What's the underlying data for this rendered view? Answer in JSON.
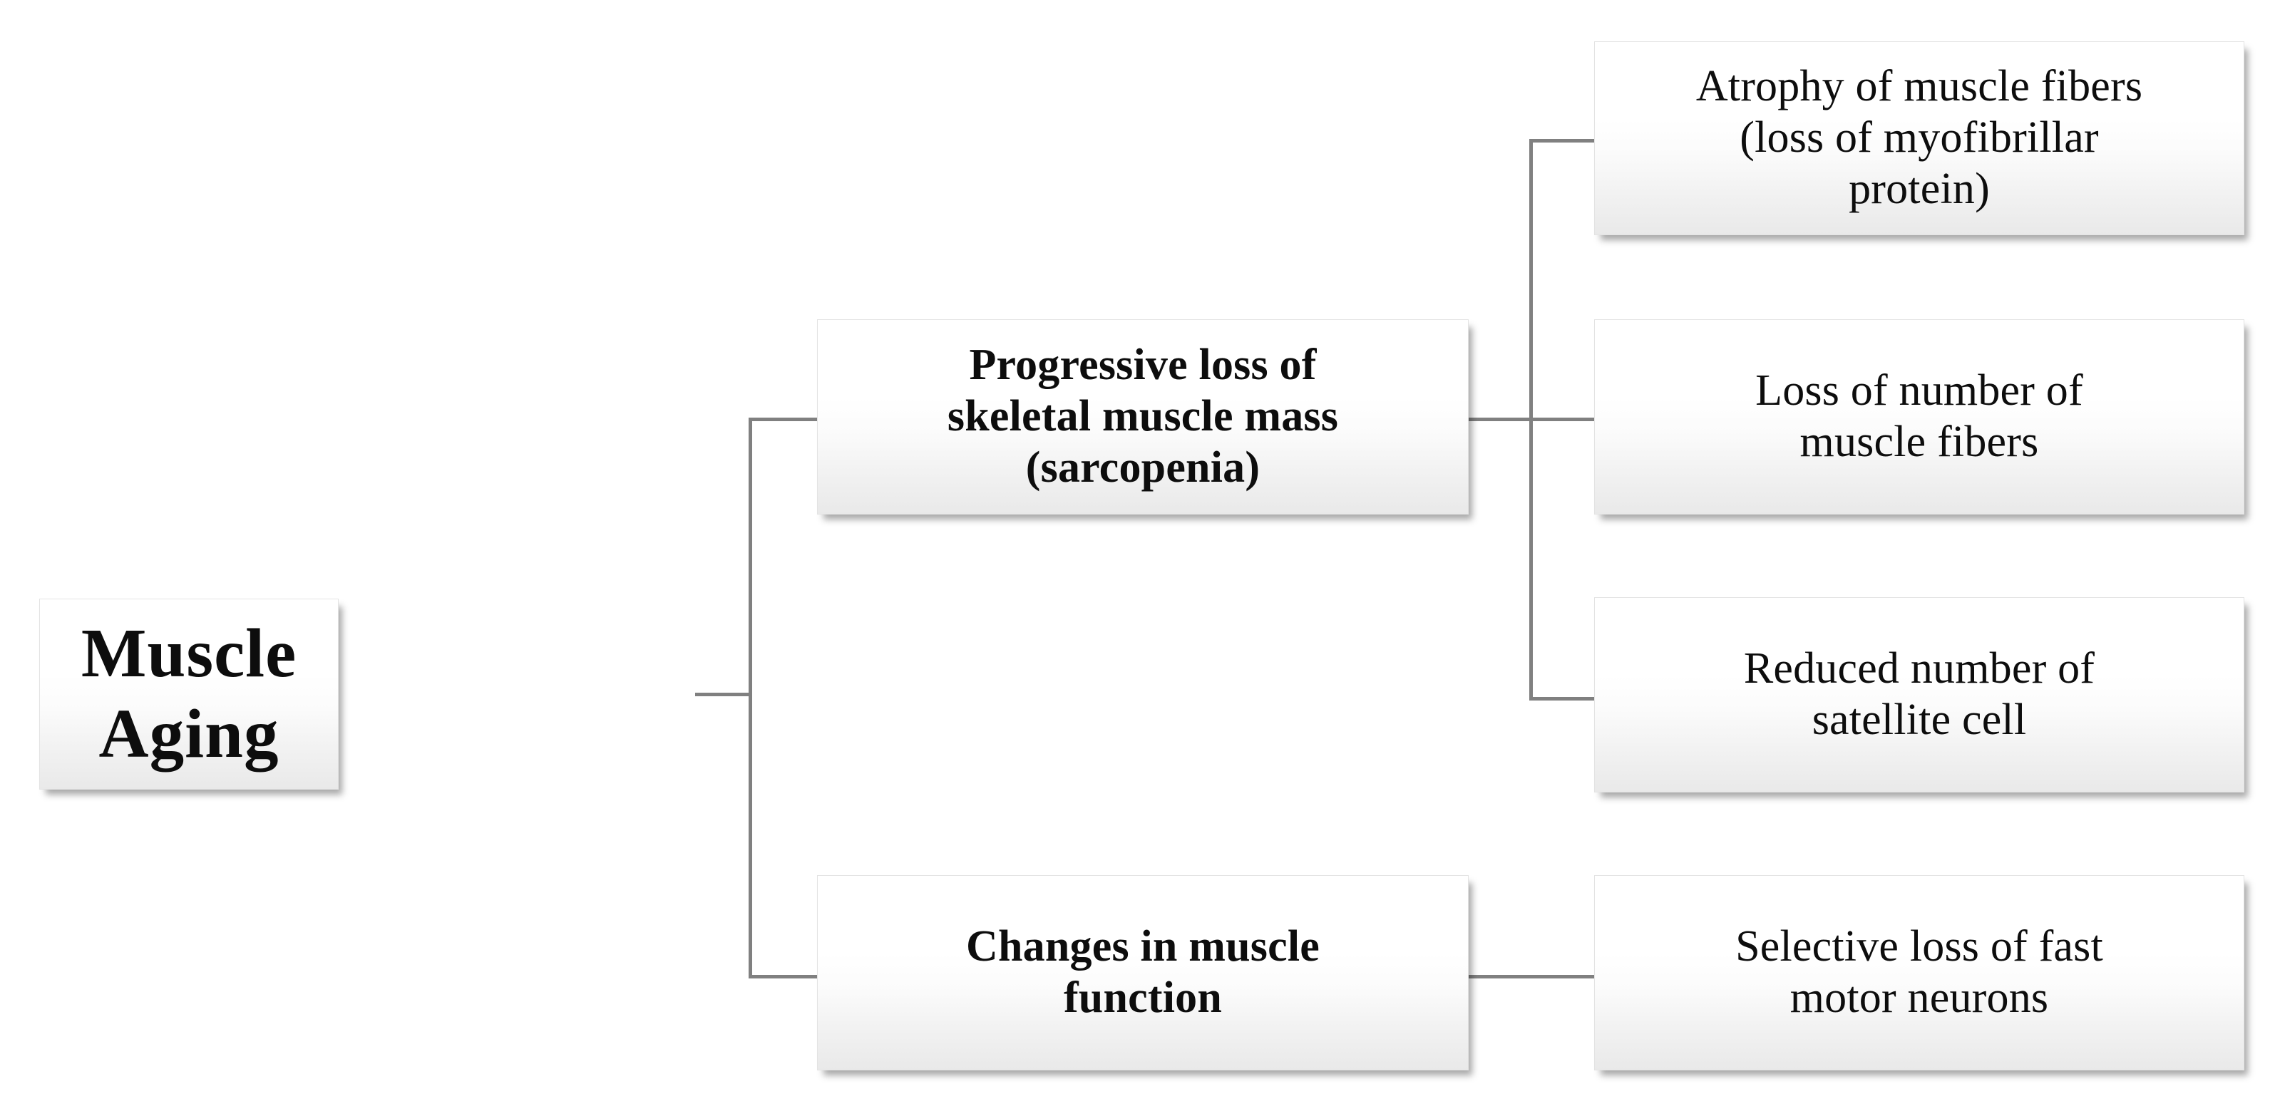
{
  "diagram": {
    "title": "Muscle Aging",
    "type": "hierarchy-tree",
    "orientation": "left-to-right",
    "line_color": "#808080",
    "box_border_color": "#e3e3e3",
    "text_color": "#0d0d0d",
    "nodes": {
      "root": {
        "label": "Muscle Aging",
        "emphasis": "bold"
      },
      "branches": [
        {
          "label": "Progressive loss of\nskeletal muscle mass\n(sarcopenia)",
          "emphasis": "bold",
          "children": [
            {
              "label": "Atrophy of muscle fibers\n(loss of myofibrillar\nprotein)",
              "emphasis": "normal"
            },
            {
              "label": "Loss of number of\nmuscle fibers",
              "emphasis": "normal"
            },
            {
              "label": "Reduced number of\nsatellite  cell",
              "emphasis": "normal"
            }
          ]
        },
        {
          "label": "Changes in muscle\nfunction",
          "emphasis": "bold",
          "children": [
            {
              "label": "Selective  loss of fast\nmotor neurons",
              "emphasis": "normal"
            }
          ]
        }
      ]
    }
  }
}
